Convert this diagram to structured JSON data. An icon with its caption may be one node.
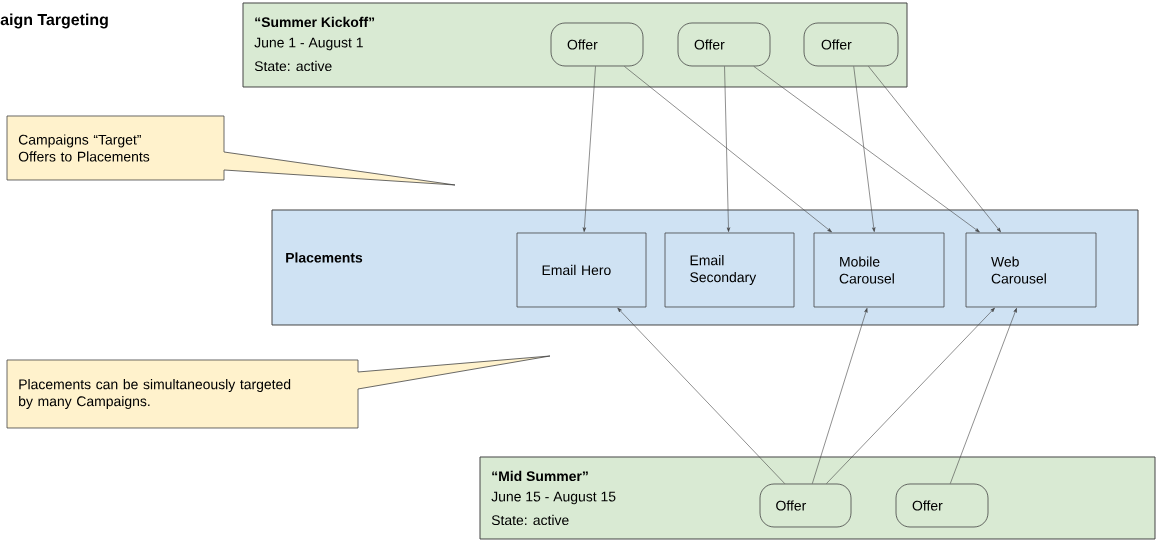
{
  "diagram": {
    "title": "aign Targeting",
    "nodes": [
      {
        "text": [
          "“Summer Kickoff”",
          "June 1 - August 1",
          "State: active"
        ]
      },
      {
        "text": [
          "Offer"
        ],
        "in": 0
      },
      {
        "text": [
          "Offer"
        ],
        "in": 0
      },
      {
        "text": [
          "Offer"
        ],
        "in": 0
      },
      {
        "text": [
          "Campaigns “Target” Offers to Placements"
        ]
      },
      {
        "text": [
          "Placements"
        ]
      },
      {
        "text": [
          "Email Hero"
        ],
        "in": 5
      },
      {
        "text": [
          "Email Secondary"
        ],
        "in": 5
      },
      {
        "text": [
          "Mobile Carousel"
        ],
        "in": 5
      },
      {
        "text": [
          "Web Carousel"
        ],
        "in": 5
      },
      {
        "text": [
          "Placements can be simultaneously targeted by many Campaigns."
        ]
      },
      {
        "text": [
          "“Mid Summer”",
          "June 15 - August 15",
          "State: active"
        ]
      },
      {
        "text": [
          "Offer"
        ],
        "in": 11
      },
      {
        "text": [
          "Offer"
        ],
        "in": 11
      }
    ],
    "edges": [
      {
        "from": 1,
        "to": 6,
        "arrow": "to"
      },
      {
        "from": 1,
        "to": 8,
        "arrow": "to"
      },
      {
        "from": 2,
        "to": 7,
        "arrow": "to"
      },
      {
        "from": 2,
        "to": 9,
        "arrow": "to"
      },
      {
        "from": 3,
        "to": 8,
        "arrow": "to"
      },
      {
        "from": 3,
        "to": 9,
        "arrow": "to"
      },
      {
        "from": 12,
        "to": 6,
        "arrow": "to"
      },
      {
        "from": 12,
        "to": 8,
        "arrow": "to"
      },
      {
        "from": 12,
        "to": 9,
        "arrow": "to"
      },
      {
        "from": 13,
        "to": 9,
        "arrow": "to"
      }
    ]
  }
}
